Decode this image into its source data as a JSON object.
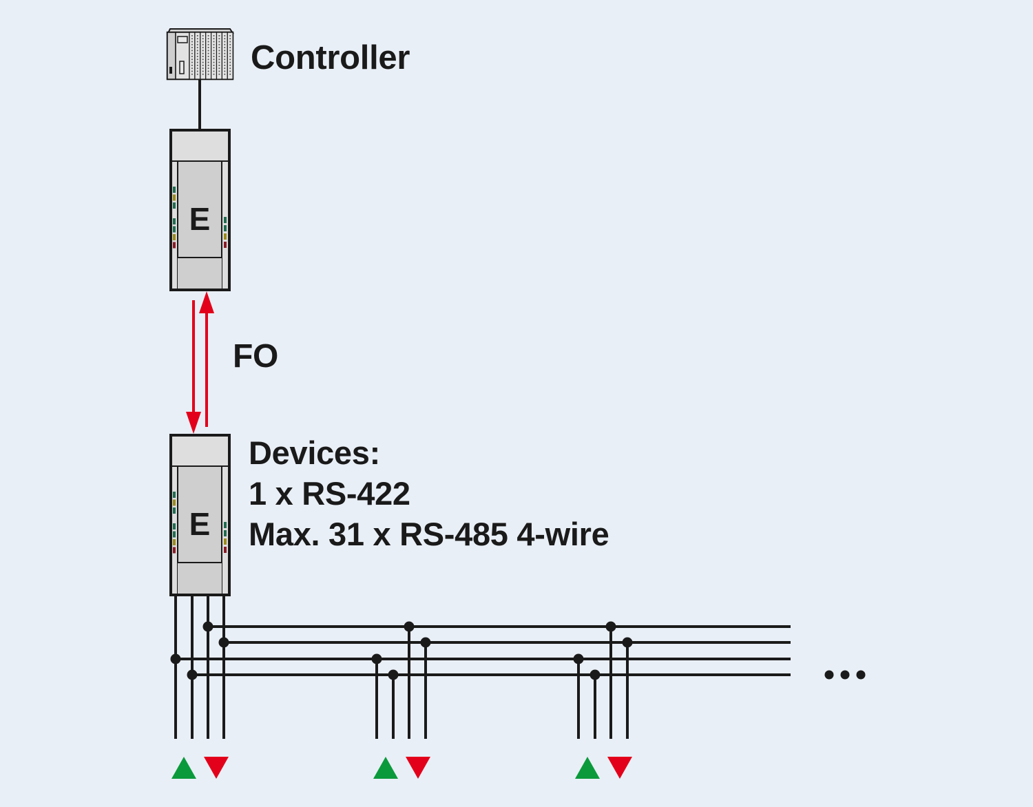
{
  "diagram": {
    "title": "Fiber optic converter topology",
    "colors": {
      "background": "#e9eff6",
      "line": "#1a1a1a",
      "fiber": "#e2001a",
      "transmit": "#0a9a3c",
      "receive": "#e2001a",
      "module_fill": "#cfcfcf",
      "module_light": "#dedede",
      "led_green": "#1f6b50",
      "led_yellow": "#9a8a1a",
      "led_red": "#8a1a24"
    },
    "controller": {
      "label": "Controller",
      "icon": "plc-controller-icon"
    },
    "converter_top": {
      "letter": "E",
      "icon": "converter-module-icon"
    },
    "fiber_link": {
      "label": "FO",
      "arrows": [
        "down",
        "up"
      ]
    },
    "converter_bottom": {
      "letter": "E",
      "icon": "converter-module-icon"
    },
    "devices": {
      "heading": "Devices:",
      "lines": [
        "1 x RS-422",
        "Max. 31 x RS-485 4-wire"
      ]
    },
    "bus": {
      "wire_count": 4,
      "drops": [
        {
          "name": "converter",
          "symbols": [
            "transmit-up",
            "receive-down"
          ]
        },
        {
          "name": "device-1",
          "symbols": [
            "transmit-up",
            "receive-down"
          ]
        },
        {
          "name": "device-2",
          "symbols": [
            "transmit-up",
            "receive-down"
          ]
        }
      ],
      "continuation": "..."
    }
  }
}
